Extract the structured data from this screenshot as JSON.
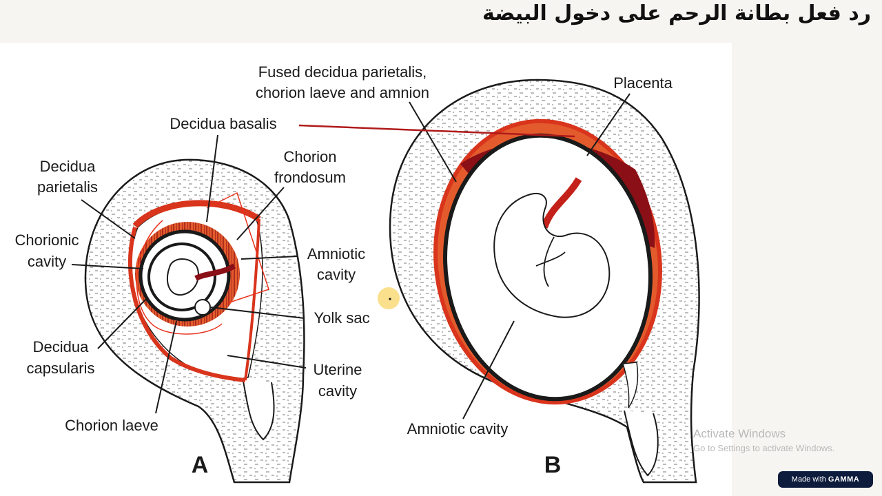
{
  "title": "رد فعل بطانة الرحم على دخول البيضة",
  "figure": {
    "panel_a_letter": "A",
    "panel_b_letter": "B",
    "labels": {
      "decidua_parietalis_1": "Decidua",
      "decidua_parietalis_2": "parietalis",
      "chorionic_cavity_1": "Chorionic",
      "chorionic_cavity_2": "cavity",
      "decidua_capsularis_1": "Decidua",
      "decidua_capsularis_2": "capsularis",
      "chorion_laeve": "Chorion laeve",
      "decidua_basalis": "Decidua basalis",
      "chorion_frondosum_1": "Chorion",
      "chorion_frondosum_2": "frondosum",
      "amniotic_cavity_a_1": "Amniotic",
      "amniotic_cavity_a_2": "cavity",
      "yolk_sac": "Yolk sac",
      "uterine_cavity_1": "Uterine",
      "uterine_cavity_2": "cavity",
      "fused_1": "Fused decidua parietalis,",
      "fused_2": "chorion laeve and amnion",
      "placenta": "Placenta",
      "amniotic_cavity_b": "Amniotic cavity"
    },
    "colors": {
      "decidua_red": "#d9341c",
      "villi_dark_red": "#8b0f16",
      "annotation_red": "#e8321c",
      "cursor_highlight": "#f5c430"
    }
  },
  "watermark": {
    "line1": "Activate Windows",
    "line2": "Go to Settings to activate Windows."
  },
  "badge": {
    "prefix": "Made with",
    "brand": "GAMMA"
  }
}
